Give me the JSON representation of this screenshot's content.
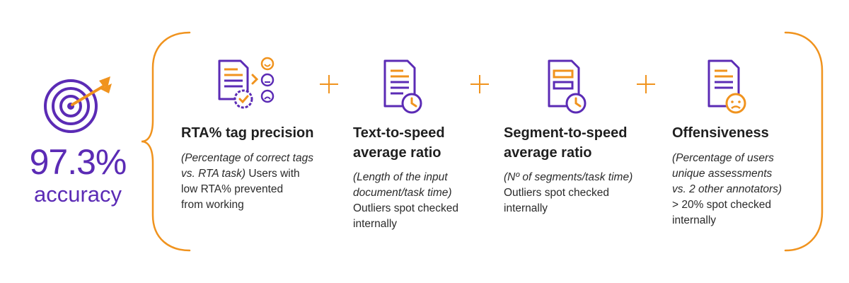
{
  "accuracy": {
    "value": "97.3%",
    "label": "accuracy"
  },
  "colors": {
    "purple": "#5b2bb5",
    "orange": "#f0931e",
    "text": "#1f1f1f"
  },
  "columns": [
    {
      "icon": "document-check-emoji-icon",
      "title": "RTA% tag precision",
      "desc_lines": [
        {
          "italic": "(Percentage of correct tags",
          "normal": ""
        },
        {
          "italic": "vs. RTA task)",
          "normal": " Users with"
        },
        {
          "italic": "",
          "normal": "low RTA% prevented"
        },
        {
          "italic": "",
          "normal": "from working"
        }
      ]
    },
    {
      "icon": "document-clock-icon",
      "title": "Text-to-speed\naverage ratio",
      "desc_lines": [
        {
          "italic": "(Length of the input",
          "normal": ""
        },
        {
          "italic": "document/task time)",
          "normal": ""
        },
        {
          "italic": "",
          "normal": "Outliers spot checked"
        },
        {
          "italic": "",
          "normal": "internally"
        }
      ]
    },
    {
      "icon": "segment-document-clock-icon",
      "title": "Segment-to-speed\naverage ratio",
      "desc_lines": [
        {
          "italic": "(Nº of segments/task time)",
          "normal": ""
        },
        {
          "italic": "",
          "normal": "Outliers spot checked"
        },
        {
          "italic": "",
          "normal": "internally"
        }
      ]
    },
    {
      "icon": "document-sad-face-icon",
      "title": "Offensiveness",
      "desc_lines": [
        {
          "italic": "(Percentage  of users",
          "normal": ""
        },
        {
          "italic": "unique assessments",
          "normal": ""
        },
        {
          "italic": "vs. 2 other annotators)",
          "normal": ""
        },
        {
          "italic": "",
          "normal": "> 20% spot checked"
        },
        {
          "italic": "",
          "normal": "internally"
        }
      ]
    }
  ]
}
